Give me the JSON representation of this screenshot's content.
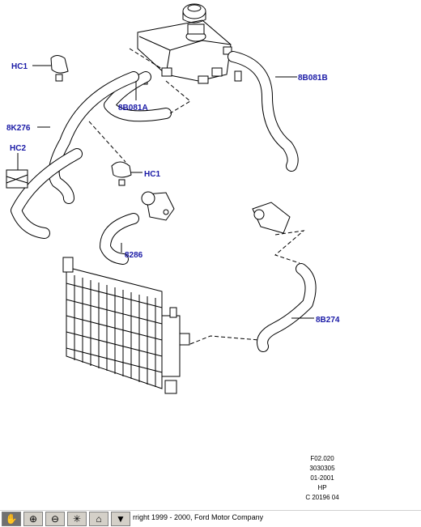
{
  "callouts": {
    "hc1_top": "HC1",
    "b081a": "8B081A",
    "b081b": "8B081B",
    "k276": "8K276",
    "hc2": "HC2",
    "hc1_mid": "HC1",
    "p8286": "8286",
    "b274": "8B274"
  },
  "reference": [
    "F02.020",
    "3030305",
    "01-2001",
    "HP",
    "C 20196 04"
  ],
  "copyright": "rright 1999 - 2000, Ford Motor Company",
  "toolbar": {
    "buttons": [
      {
        "name": "pan-tool-button",
        "icon": "pan-icon",
        "glyph": "✋",
        "active": true
      },
      {
        "name": "zoom-in-button",
        "icon": "zoom-in-icon",
        "glyph": "⊕",
        "active": false
      },
      {
        "name": "zoom-out-button",
        "icon": "zoom-out-icon",
        "glyph": "⊖",
        "active": false
      },
      {
        "name": "zoom-fit-button",
        "icon": "zoom-fit-icon",
        "glyph": "✳",
        "active": false
      },
      {
        "name": "home-button",
        "icon": "home-icon",
        "glyph": "⌂",
        "active": false
      },
      {
        "name": "menu-dropdown-button",
        "icon": "triangle-down-icon",
        "glyph": "▼",
        "active": false
      }
    ]
  },
  "colors": {
    "callout": "#1a1aa6",
    "toolbar_active": "#707070"
  }
}
